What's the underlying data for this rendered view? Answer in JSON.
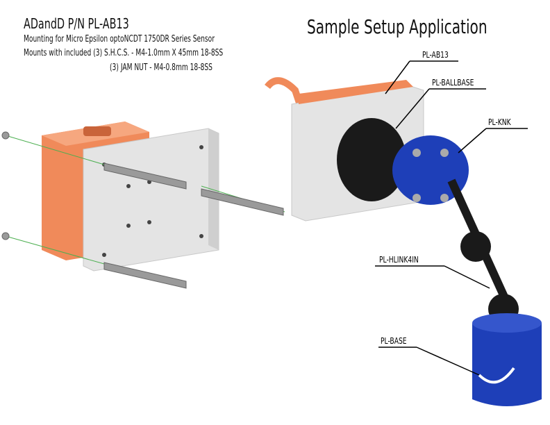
{
  "header": {
    "title": "ADandD P/N PL-AB13",
    "lines": [
      "Mounting for Micro Epsilon optoNCDT 1750DR Series Sensor",
      "Mounts with  included (3) S.H.C.S. - M4-1.0mm X 45mm 18-8SS",
      "(3) JAM NUT - M4-0.8mm 18-8SS"
    ]
  },
  "setup": {
    "heading": "Sample Setup Application",
    "callouts": [
      "PL-AB13",
      "PL-BALLBASE",
      "PL-KNK",
      "PL-HLINK4IN",
      "PL-BASE"
    ]
  },
  "colors": {
    "sensor": "#f08a5a",
    "plate": "#e6e6e6",
    "arm": "#1e3fb8",
    "ball": "#1a1a1a",
    "guide": "#4caf50"
  }
}
